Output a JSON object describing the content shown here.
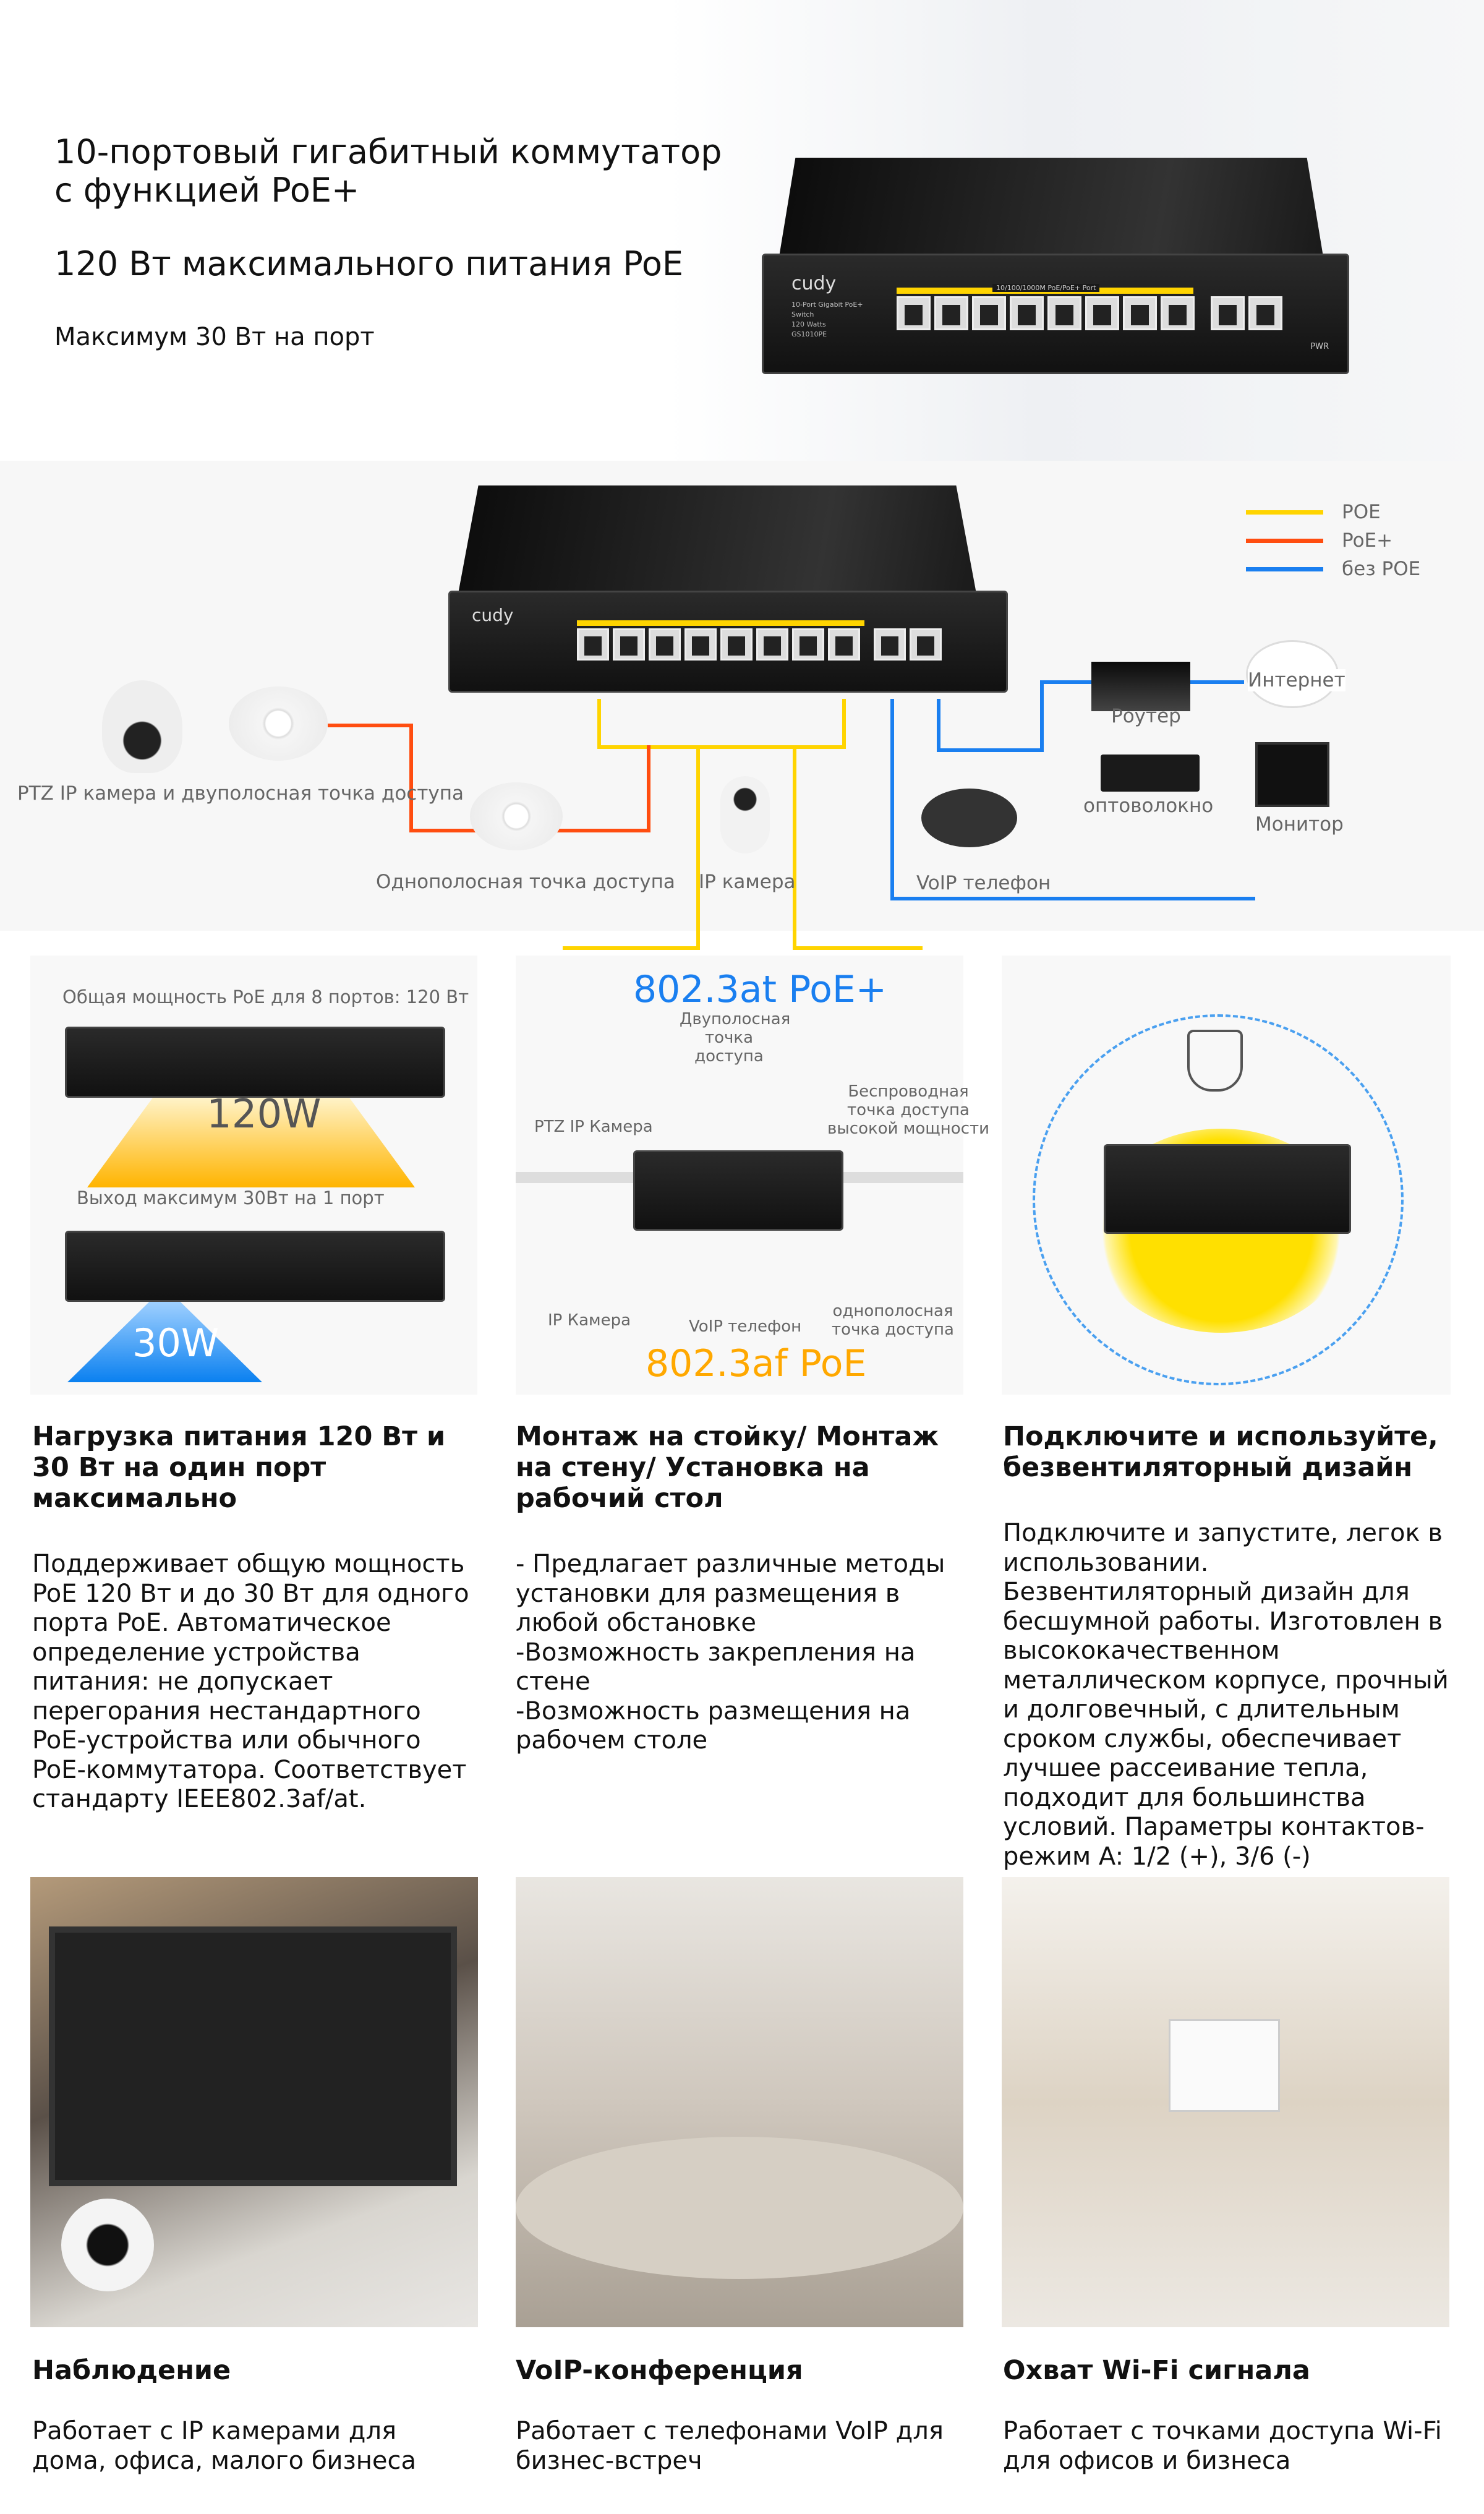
{
  "hero": {
    "title": "10-портовый гигабитный коммутатор с функцией PoE+",
    "subtitle": "120 Вт максимального питания PoE",
    "note": "Максимум 30 Вт на порт"
  },
  "switch": {
    "brand": "cudy",
    "model_lines": [
      "10-Port Gigabit PoE+ Switch",
      "120 Watts",
      "GS1010PE"
    ],
    "port_label": "10/100/1000M PoE/PoE+ Port",
    "pwr": "PWR"
  },
  "legend": [
    {
      "label": "POE",
      "color": "#ffd400"
    },
    {
      "label": "PoE+",
      "color": "#ff4d10"
    },
    {
      "label": "без POE",
      "color": "#1a7ff0"
    }
  ],
  "diagram": {
    "ptz": "PTZ IP камера и двуполосная точка доступа",
    "single_ap": "Однополосная точка доступа",
    "ip_camera": "IP камера",
    "voip": "VoIP телефон",
    "router": "Роутер",
    "internet": "Интернет",
    "fiber": "оптоволокно",
    "monitor": "Монитор"
  },
  "panel1": {
    "total": "Общая мощность PoE для 8 портов: 120 Вт",
    "total_value": "120W",
    "per_port": "Выход максимум 30Вт на 1 порт",
    "per_port_value": "30W"
  },
  "panel2": {
    "at": "802.3at PoE+",
    "af": "802.3af PoE",
    "dual_ap": "Двуполосная точка доступа",
    "ptz": "PTZ IP Камера",
    "hp_ap": "Беспроводная точка доступа высокой мощности",
    "ip_cam": "IP Камера",
    "voip": "VoIP телефон",
    "single_ap": "однополосная точка доступа"
  },
  "features": [
    {
      "title": "Нагрузка питания 120 Вт и 30 Вт на один порт максимально",
      "text": "Поддерживает общую мощность PoE 120 Вт и до 30 Вт для одного порта PoE. Автоматическое определение устройства питания: не допускает перегорания нестандартного PoE-устройства или обычного PoE-коммутатора. Соответствует стандарту IEEE802.3af/at."
    },
    {
      "title": "Монтаж на стойку/ Монтаж на стену/ Установка на рабочий стол",
      "text": "- Предлагает различные методы установки для размещения в любой обстановке\n-Возможность закрепления на стене\n-Возможность размещения на рабочем столе"
    },
    {
      "title": "Подключите и используйте, безвентиляторный дизайн",
      "text": "Подключите и запустите, легок в использовании. Безвентиляторный дизайн для бесшумной работы. Изготовлен в высококачественном металлическом корпусе, прочный и долговечный, с длительным сроком службы, обеспечивает лучшее рассеивание тепла, подходит для большинства условий. Параметры контактов-режим A: 1/2 (+), 3/6 (-)"
    }
  ],
  "usecases": [
    {
      "title": "Наблюдение",
      "text": "Работает с IP камерами для дома, офиса, малого бизнеса"
    },
    {
      "title": "VoIP-конференция",
      "text": "Работает с телефонами VoIP для бизнес-встреч"
    },
    {
      "title": "Охват Wi-Fi сигнала",
      "text": "Работает с точками доступа Wi-Fi для офисов и бизнеса"
    }
  ]
}
